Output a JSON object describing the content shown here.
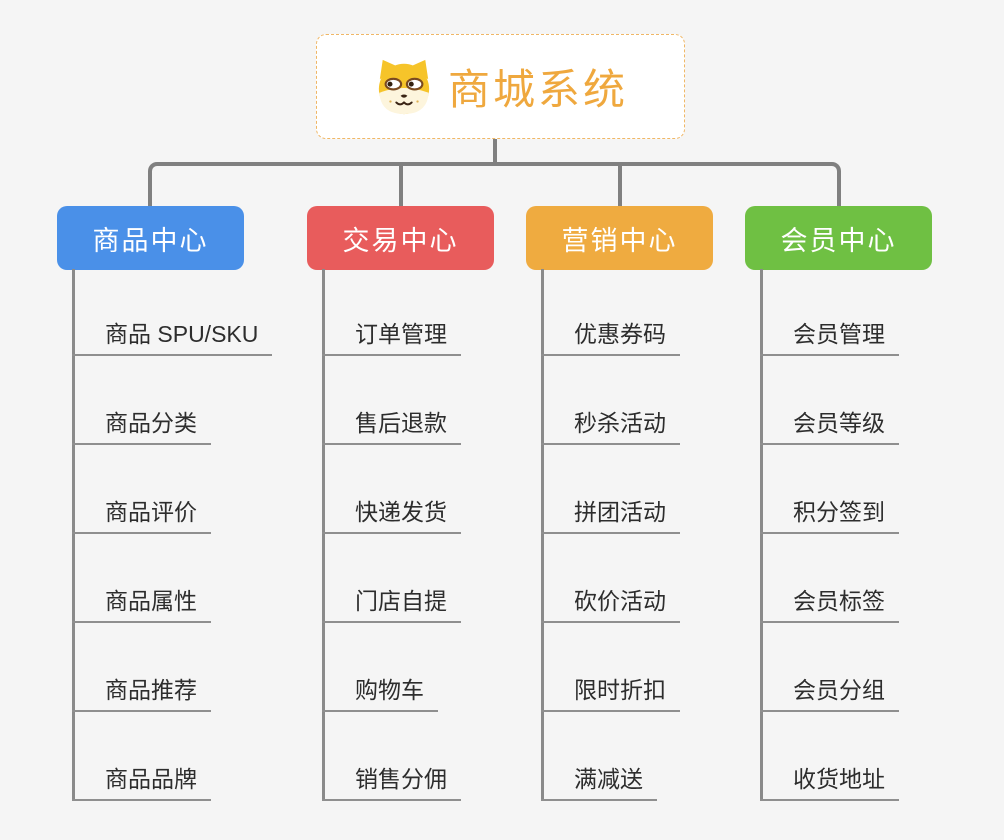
{
  "root": {
    "title": "商城系统",
    "icon": "shiba-dog-icon"
  },
  "branches": [
    {
      "label": "商品中心",
      "color": "#4a90e8",
      "items": [
        "商品 SPU/SKU",
        "商品分类",
        "商品评价",
        "商品属性",
        "商品推荐",
        "商品品牌"
      ]
    },
    {
      "label": "交易中心",
      "color": "#e85c5c",
      "items": [
        "订单管理",
        "售后退款",
        "快递发货",
        "门店自提",
        "购物车",
        "销售分佣"
      ]
    },
    {
      "label": "营销中心",
      "color": "#efab40",
      "items": [
        "优惠券码",
        "秒杀活动",
        "拼团活动",
        "砍价活动",
        "限时折扣",
        "满减送"
      ]
    },
    {
      "label": "会员中心",
      "color": "#6fc043",
      "items": [
        "会员管理",
        "会员等级",
        "积分签到",
        "会员标签",
        "会员分组",
        "收货地址"
      ]
    }
  ],
  "colors": {
    "background": "#f5f5f5",
    "root_title": "#efa83e",
    "root_border": "#f0b766",
    "connector": "#808080",
    "underline": "#8f8f8f",
    "item_text": "#2d2d2d"
  }
}
